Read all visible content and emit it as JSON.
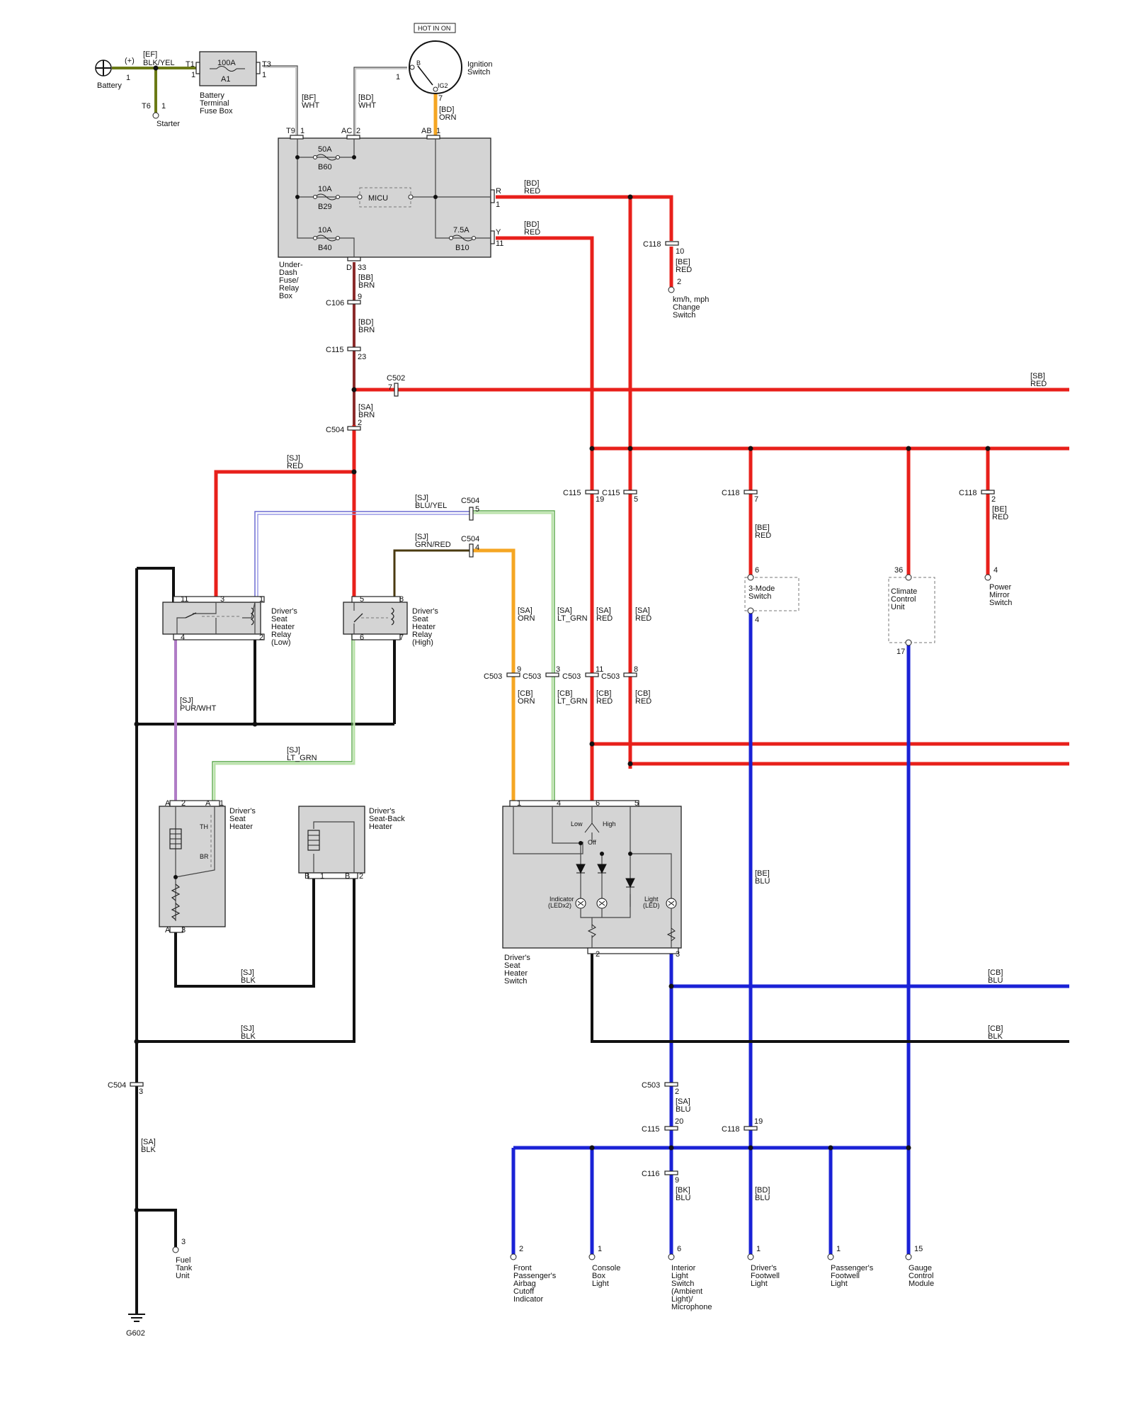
{
  "title_tag": "HOT IN ON",
  "power": {
    "battery": "Battery",
    "battery_pin": "1",
    "plus": "(+)",
    "wire_ef": "[EF]",
    "wire_ef_color": "BLK/YEL",
    "t1": "T1",
    "t3": "T3",
    "t3_pin": "1",
    "t1_pin": "1",
    "fuse_100a": "100A",
    "fuse_a1": "A1",
    "btfb": [
      "Battery",
      "Terminal",
      "Fuse Box"
    ],
    "t6": "T6",
    "t6_pin": "1",
    "starter": "Starter",
    "ign_switch": [
      "Ignition",
      "Switch"
    ],
    "ign_b": "B",
    "ign_ig2": "IG2",
    "ign_pin1": "1",
    "ign_pin7": "7"
  },
  "wires_top": {
    "bf": "[BF]",
    "bf_c": "WHT",
    "bd1": "[BD]",
    "bd1_c": "WHT",
    "bd2": "[BD]",
    "bd2_c": "ORN",
    "t9": "T9",
    "t9_pin": "1",
    "ac": "AC",
    "ac_pin": "2",
    "ab": "AB",
    "ab_pin": "1"
  },
  "underdash": {
    "label": [
      "Under-",
      "Dash",
      "Fuse/",
      "Relay",
      "Box"
    ],
    "f50": "50A",
    "b60": "B60",
    "f10a": "10A",
    "b29": "B29",
    "micu": "MICU",
    "f10b": "10A",
    "b40": "B40",
    "f75": "7.5A",
    "b10": "B10",
    "r": "R",
    "r_pin": "1",
    "y": "Y",
    "y_pin": "11",
    "d": "D",
    "d_pin": "33"
  },
  "right_top": {
    "bd_r1": "[BD]",
    "bd_r1_c": "RED",
    "bd_r2": "[BD]",
    "bd_r2_c": "RED",
    "c118_a": "C118",
    "c118_a_pin": "10",
    "be1": "[BE]",
    "be1_c": "RED",
    "kmh_pin": "2",
    "kmh": [
      "km/h, mph",
      "Change",
      "Switch"
    ]
  },
  "brn_chain": {
    "bb": "[BB]",
    "bb_c": "BRN",
    "c106": "C106",
    "c106_pin": "9",
    "bd": "[BD]",
    "bd_c": "BRN",
    "c115": "C115",
    "c115_pin": "23",
    "c502": "C502",
    "c502_pin": "7",
    "sb": "[SB]",
    "sb_c": "RED",
    "sa": "[SA]",
    "sa_c": "BRN",
    "c504": "C504",
    "c504_pin": "2"
  },
  "relays": {
    "sj_red": "[SJ]",
    "sj_red_c": "RED",
    "sj_bluyel": "[SJ]",
    "sj_bluyel_c": "BLU/YEL",
    "c504_b": "C504",
    "c504_b_pin": "5",
    "sj_grnred": "[SJ]",
    "sj_grnred_c": "GRN/RED",
    "c504_c": "C504",
    "c504_c_pin": "4",
    "low_label": [
      "Driver's",
      "Seat",
      "Heater",
      "Relay",
      "(Low)"
    ],
    "high_label": [
      "Driver's",
      "Seat",
      "Heater",
      "Relay",
      "(High)"
    ],
    "low_pins": [
      "11",
      "3",
      "1",
      "4",
      "2"
    ],
    "high_pins": [
      "5",
      "8",
      "6",
      "7"
    ],
    "sj_purwht": "[SJ]",
    "sj_purwht_c": "PUR/WHT",
    "sj_ltgrn": "[SJ]",
    "sj_ltgrn_c": "LT_GRN"
  },
  "heaters": {
    "seat": [
      "Driver's",
      "Seat",
      "Heater"
    ],
    "seatback": [
      "Driver's",
      "Seat-Back",
      "Heater"
    ],
    "th": "TH",
    "br": "BR",
    "a": "A",
    "a2": "2",
    "a1": "1",
    "a3": "3",
    "b": "B",
    "b1": "1",
    "b2": "2",
    "sj_blk1": "[SJ]",
    "sj_blk1_c": "BLK",
    "sj_blk2": "[SJ]",
    "sj_blk2_c": "BLK"
  },
  "switch_area": {
    "sa_orn": "[SA]",
    "sa_orn_c": "ORN",
    "sa_ltgrn": "[SA]",
    "sa_ltgrn_c": "LT_GRN",
    "sa_red1": "[SA]",
    "sa_red1_c": "RED",
    "sa_red2": "[SA]",
    "sa_red2_c": "RED",
    "c503": "C503",
    "c503_pins": [
      "9",
      "3",
      "11",
      "8"
    ],
    "cb_orn": "[CB]",
    "cb_orn_c": "ORN",
    "cb_ltgrn": "[CB]",
    "cb_ltgrn_c": "LT_GRN",
    "cb_red1": "[CB]",
    "cb_red1_c": "RED",
    "cb_red2": "[CB]",
    "cb_red2_c": "RED",
    "c115": "C115",
    "c115_pin19": "19",
    "c115_pin5": "5",
    "sw_pins": [
      "1",
      "4",
      "6",
      "5",
      "2",
      "3"
    ],
    "low": "Low",
    "off": "Off",
    "high": "High",
    "indicator": [
      "Indicator",
      "(LEDx2)"
    ],
    "light": [
      "Light",
      "(LED)"
    ],
    "sw_label": [
      "Driver's",
      "Seat",
      "Heater",
      "Switch"
    ]
  },
  "right_mid": {
    "c118_b": "C118",
    "c118_b_pin": "7",
    "be2": "[BE]",
    "be2_c": "RED",
    "mode_pin": "6",
    "mode": [
      "3-Mode",
      "Switch"
    ],
    "mode_pin4": "4",
    "cc_pin": "36",
    "cc": [
      "Climate",
      "Control",
      "Unit"
    ],
    "cc_pin17": "17",
    "c118_c": "C118",
    "c118_c_pin": "2",
    "be3": "[BE]",
    "be3_c": "RED",
    "pm_pin": "4",
    "pm": [
      "Power",
      "Mirror",
      "Switch"
    ],
    "be_blu": "[BE]",
    "be_blu_c": "BLU",
    "cb_blu": "[CB]",
    "cb_blu_c": "BLU",
    "cb_blk": "[CB]",
    "cb_blk_c": "BLK"
  },
  "bottom": {
    "c504_d": "C504",
    "c504_d_pin": "3",
    "sa_blk": "[SA]",
    "sa_blk_c": "BLK",
    "fuel_pin": "3",
    "fuel": [
      "Fuel",
      "Tank",
      "Unit"
    ],
    "g602": "G602",
    "c503_b": "C503",
    "c503_b_pin": "2",
    "sa_blu": "[SA]",
    "sa_blu_c": "BLU",
    "c115_b": "C115",
    "c115_b_pin": "20",
    "c118_d": "C118",
    "c118_d_pin": "19",
    "c116": "C116",
    "c116_pin": "9",
    "bk_blu": "[BK]",
    "bk_blu_c": "BLU",
    "bd_blu": "[BD]",
    "bd_blu_c": "BLU",
    "loads": [
      {
        "pin": "2",
        "lines": [
          "Front",
          "Passenger's",
          "Airbag",
          "Cutoff",
          "Indicator"
        ]
      },
      {
        "pin": "1",
        "lines": [
          "Console",
          "Box",
          "Light"
        ]
      },
      {
        "pin": "6",
        "lines": [
          "Interior",
          "Light",
          "Switch",
          "(Ambient",
          "Light)/",
          "Microphone"
        ]
      },
      {
        "pin": "1",
        "lines": [
          "Driver's",
          "Footwell",
          "Light"
        ]
      },
      {
        "pin": "1",
        "lines": [
          "Passenger's",
          "Footwell",
          "Light"
        ]
      },
      {
        "pin": "15",
        "lines": [
          "Gauge",
          "Control",
          "Module"
        ]
      }
    ]
  }
}
